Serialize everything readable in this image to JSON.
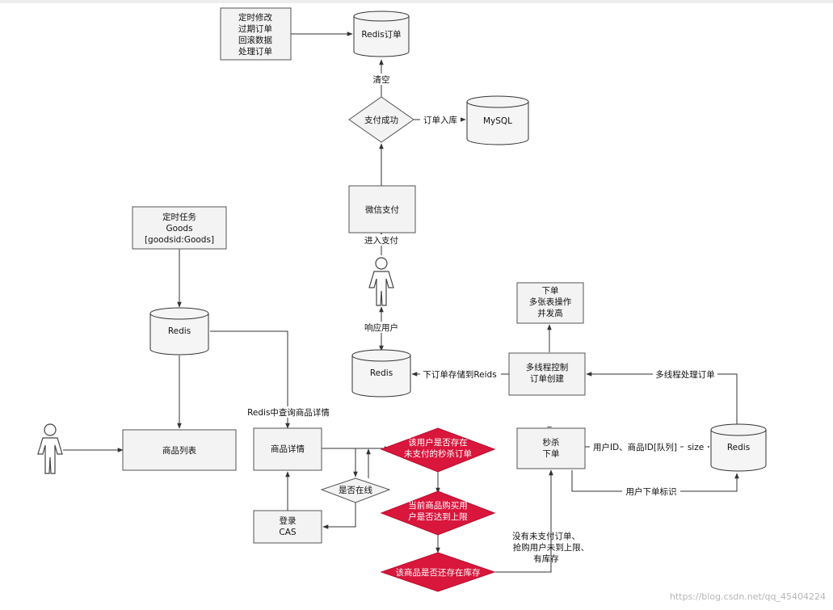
{
  "nodes": {
    "cron_box": [
      "定时修改",
      "过期订单",
      "回滚数据",
      "处理订单"
    ],
    "redis_order": [
      "Redis订单"
    ],
    "pay_success": [
      "支付成功"
    ],
    "mysql": [
      "MySQL"
    ],
    "wechat_pay": [
      "微信支付"
    ],
    "cron_goods": [
      "定时任务",
      "Goods",
      "[goodsid:Goods]"
    ],
    "redis_goods": [
      "Redis"
    ],
    "product_list": [
      "商品列表"
    ],
    "product_detail": [
      "商品详情"
    ],
    "is_online": [
      "是否在线"
    ],
    "login_cas": [
      "登录",
      "CAS"
    ],
    "red_unpaid": [
      "该用户是否存在",
      "未支付的秒杀订单"
    ],
    "red_limit": [
      "当前商品购买用",
      "户是否达到上限"
    ],
    "red_stock": [
      "该商品是否还存在库存"
    ],
    "seckill": [
      "秒杀",
      "下单"
    ],
    "redis_queue": [
      "Redis"
    ],
    "multithread": [
      "多线程控制",
      "订单创建"
    ],
    "order_ops": [
      "下单",
      "多张表操作",
      "并发高"
    ],
    "redis_store": [
      "Redis"
    ]
  },
  "edge_labels": {
    "clear": "清空",
    "order_to_db": "订单入库",
    "enter_pay": "进入支付",
    "respond_user": "响应用户",
    "query_detail": "Redis中查询商品详情",
    "store_order": "下订单存储到Reids",
    "multithread_process": "多线程处理订单",
    "queue_ids": "用户ID、商品ID[队列]",
    "size": "size",
    "order_flag": "用户下单标识",
    "conditions": [
      "没有未支付订单、",
      "抢购用户未到上限、",
      "有库存"
    ],
    "dash": "_"
  },
  "watermark": "https://blog.csdn.net/qq_45404224"
}
